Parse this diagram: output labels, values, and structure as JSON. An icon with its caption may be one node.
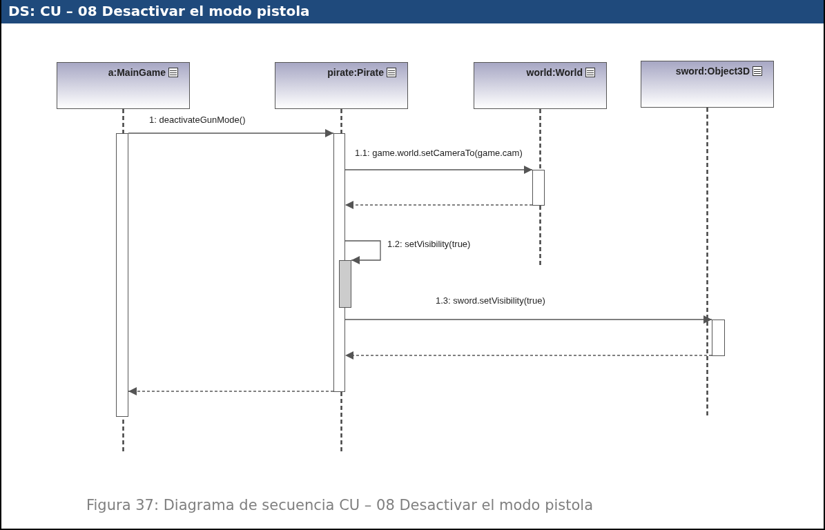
{
  "diagram": {
    "title": "DS: CU – 08 Desactivar el modo pistola",
    "caption": "Figura 37: Diagrama de secuencia CU – 08 Desactivar el modo pistola",
    "nodes": [
      {
        "text": [
          "a:MainGame"
        ]
      },
      {
        "text": [
          "pirate:Pirate"
        ]
      },
      {
        "text": [
          "world:World"
        ]
      },
      {
        "text": [
          "sword:Object3D"
        ]
      },
      {
        "text": [],
        "shape": "bar"
      },
      {
        "text": [],
        "shape": "bar"
      },
      {
        "text": [],
        "shape": "bar"
      },
      {
        "text": [],
        "shape": "bar"
      },
      {
        "text": [],
        "shape": "bar"
      }
    ],
    "edges": [
      {
        "from": 4,
        "to": 5,
        "arrow": "to",
        "label": "1: deactivateGunMode()"
      },
      {
        "from": 5,
        "to": 6,
        "arrow": "to",
        "label": "1.1: game.world.setCameraTo(game.cam)"
      },
      {
        "from": 6,
        "to": 5,
        "arrow": "to",
        "style": "dashed"
      },
      {
        "from": 5,
        "to": 7,
        "arrow": "to",
        "label": "1.2: setVisibility(true)"
      },
      {
        "from": 5,
        "to": 8,
        "arrow": "to",
        "label": "1.3: sword.setVisibility(true)"
      },
      {
        "from": 8,
        "to": 5,
        "arrow": "to",
        "style": "dashed"
      },
      {
        "from": 5,
        "to": 4,
        "arrow": "to",
        "style": "dashed"
      }
    ]
  }
}
